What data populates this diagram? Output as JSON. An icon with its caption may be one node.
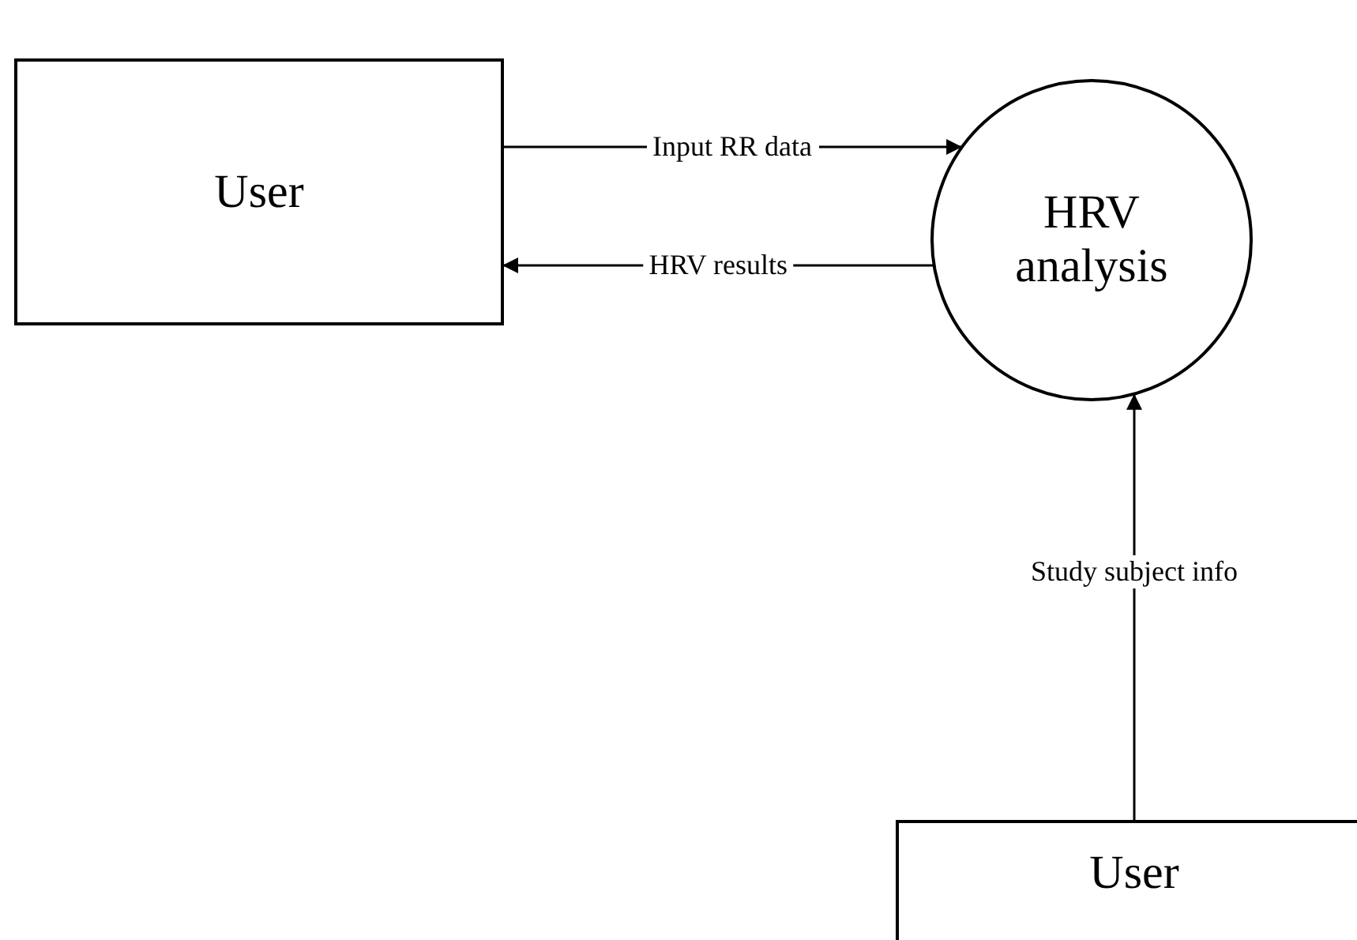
{
  "diagram": {
    "nodes": [
      {
        "text": [
          "User"
        ]
      },
      {
        "text": [
          "HRV analysis"
        ]
      },
      {
        "text": [
          "User"
        ]
      }
    ],
    "edges": [
      {
        "from": 0,
        "to": 1,
        "arrow": "to",
        "label": "Input RR data"
      },
      {
        "from": 1,
        "to": 0,
        "arrow": "to",
        "label": "HRV results"
      },
      {
        "from": 2,
        "to": 1,
        "arrow": "to",
        "label": "Study subject info"
      }
    ]
  }
}
